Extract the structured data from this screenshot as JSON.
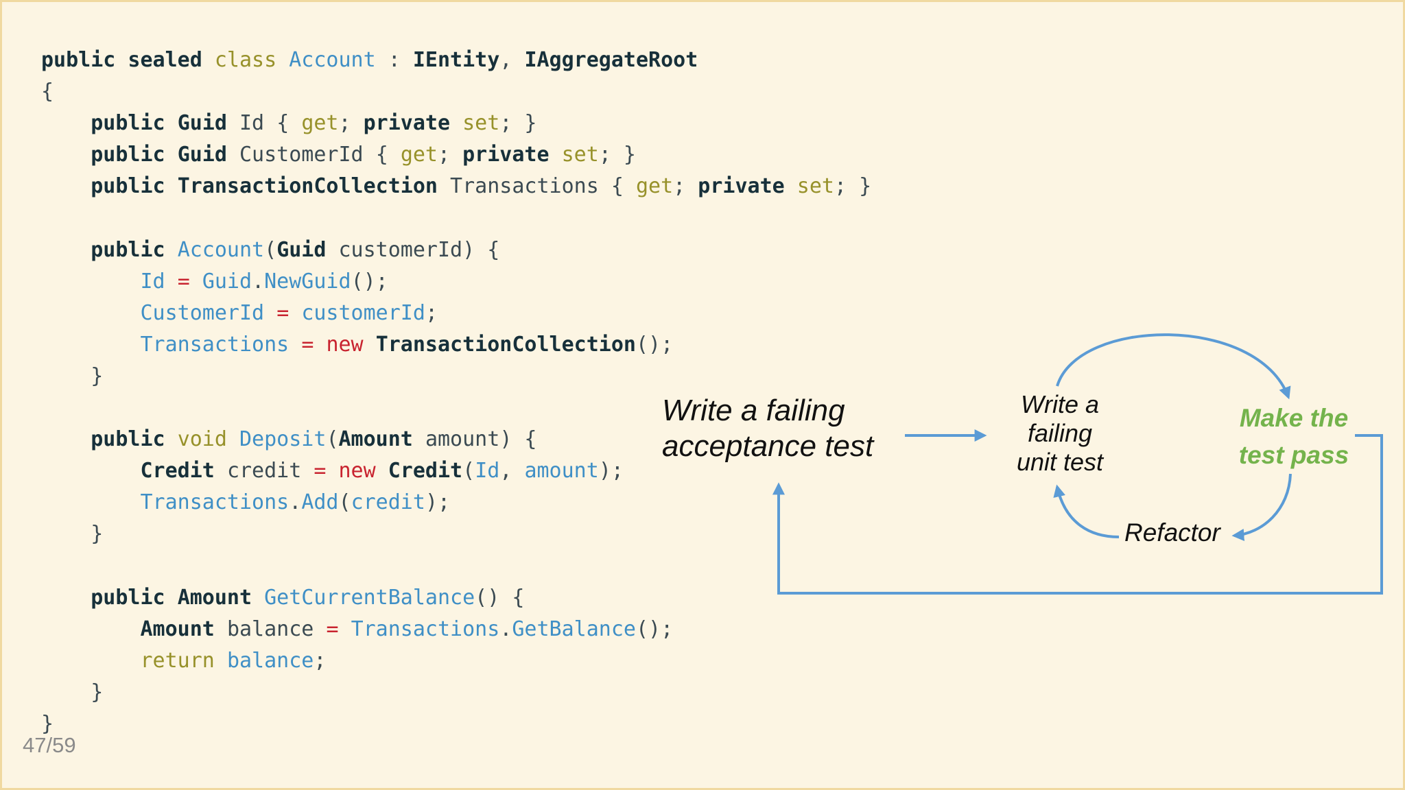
{
  "code": {
    "lines": [
      [
        [
          "keyword",
          "public sealed "
        ],
        [
          "soft-keyword",
          "class "
        ],
        [
          "class-name",
          "Account"
        ],
        [
          "punct",
          " : "
        ],
        [
          "type",
          "IEntity"
        ],
        [
          "punct",
          ", "
        ],
        [
          "type",
          "IAggregateRoot"
        ]
      ],
      [
        [
          "punct",
          "{"
        ]
      ],
      [
        [
          "plain",
          "    "
        ],
        [
          "keyword",
          "public "
        ],
        [
          "type",
          "Guid "
        ],
        [
          "plain",
          "Id "
        ],
        [
          "punct",
          "{ "
        ],
        [
          "soft-keyword",
          "get"
        ],
        [
          "punct",
          "; "
        ],
        [
          "keyword",
          "private "
        ],
        [
          "soft-keyword",
          "set"
        ],
        [
          "punct",
          "; }"
        ]
      ],
      [
        [
          "plain",
          "    "
        ],
        [
          "keyword",
          "public "
        ],
        [
          "type",
          "Guid "
        ],
        [
          "plain",
          "CustomerId "
        ],
        [
          "punct",
          "{ "
        ],
        [
          "soft-keyword",
          "get"
        ],
        [
          "punct",
          "; "
        ],
        [
          "keyword",
          "private "
        ],
        [
          "soft-keyword",
          "set"
        ],
        [
          "punct",
          "; }"
        ]
      ],
      [
        [
          "plain",
          "    "
        ],
        [
          "keyword",
          "public "
        ],
        [
          "type",
          "TransactionCollection "
        ],
        [
          "plain",
          "Transactions "
        ],
        [
          "punct",
          "{ "
        ],
        [
          "soft-keyword",
          "get"
        ],
        [
          "punct",
          "; "
        ],
        [
          "keyword",
          "private "
        ],
        [
          "soft-keyword",
          "set"
        ],
        [
          "punct",
          "; }"
        ]
      ],
      [],
      [
        [
          "plain",
          "    "
        ],
        [
          "keyword",
          "public "
        ],
        [
          "class-name",
          "Account"
        ],
        [
          "punct",
          "("
        ],
        [
          "type",
          "Guid "
        ],
        [
          "plain",
          "customerId"
        ],
        [
          "punct",
          ") {"
        ]
      ],
      [
        [
          "plain",
          "        "
        ],
        [
          "member",
          "Id "
        ],
        [
          "operator",
          "= "
        ],
        [
          "member",
          "Guid"
        ],
        [
          "punct",
          "."
        ],
        [
          "member",
          "NewGuid"
        ],
        [
          "punct",
          "();"
        ]
      ],
      [
        [
          "plain",
          "        "
        ],
        [
          "member",
          "CustomerId "
        ],
        [
          "operator",
          "= "
        ],
        [
          "member",
          "customerId"
        ],
        [
          "punct",
          ";"
        ]
      ],
      [
        [
          "plain",
          "        "
        ],
        [
          "member",
          "Transactions "
        ],
        [
          "operator",
          "= "
        ],
        [
          "new",
          "new "
        ],
        [
          "type",
          "TransactionCollection"
        ],
        [
          "punct",
          "();"
        ]
      ],
      [
        [
          "plain",
          "    "
        ],
        [
          "punct",
          "}"
        ]
      ],
      [],
      [
        [
          "plain",
          "    "
        ],
        [
          "keyword",
          "public "
        ],
        [
          "soft-keyword",
          "void "
        ],
        [
          "member",
          "Deposit"
        ],
        [
          "punct",
          "("
        ],
        [
          "type",
          "Amount "
        ],
        [
          "plain",
          "amount"
        ],
        [
          "punct",
          ") {"
        ]
      ],
      [
        [
          "plain",
          "        "
        ],
        [
          "type",
          "Credit "
        ],
        [
          "plain",
          "credit "
        ],
        [
          "operator",
          "= "
        ],
        [
          "new",
          "new "
        ],
        [
          "type",
          "Credit"
        ],
        [
          "punct",
          "("
        ],
        [
          "member",
          "Id"
        ],
        [
          "punct",
          ", "
        ],
        [
          "member",
          "amount"
        ],
        [
          "punct",
          ");"
        ]
      ],
      [
        [
          "plain",
          "        "
        ],
        [
          "member",
          "Transactions"
        ],
        [
          "punct",
          "."
        ],
        [
          "member",
          "Add"
        ],
        [
          "punct",
          "("
        ],
        [
          "member",
          "credit"
        ],
        [
          "punct",
          ");"
        ]
      ],
      [
        [
          "plain",
          "    "
        ],
        [
          "punct",
          "}"
        ]
      ],
      [],
      [
        [
          "plain",
          "    "
        ],
        [
          "keyword",
          "public "
        ],
        [
          "type",
          "Amount "
        ],
        [
          "member",
          "GetCurrentBalance"
        ],
        [
          "punct",
          "() {"
        ]
      ],
      [
        [
          "plain",
          "        "
        ],
        [
          "type",
          "Amount "
        ],
        [
          "plain",
          "balance "
        ],
        [
          "operator",
          "= "
        ],
        [
          "member",
          "Transactions"
        ],
        [
          "punct",
          "."
        ],
        [
          "member",
          "GetBalance"
        ],
        [
          "punct",
          "();"
        ]
      ],
      [
        [
          "plain",
          "        "
        ],
        [
          "soft-keyword",
          "return "
        ],
        [
          "member",
          "balance"
        ],
        [
          "punct",
          ";"
        ]
      ],
      [
        [
          "plain",
          "    "
        ],
        [
          "punct",
          "}"
        ]
      ],
      [
        [
          "punct",
          "}"
        ]
      ]
    ]
  },
  "diagram": {
    "acceptance_test_label": [
      "Write a failing",
      "acceptance test"
    ],
    "unit_test_label": [
      "Write a",
      "failing",
      "unit test"
    ],
    "pass_label": [
      "Make the",
      "test pass"
    ],
    "refactor_label": "Refactor",
    "arrow_color": "#5b9bd5",
    "pass_color": "#74b34c"
  },
  "footer": {
    "page_indicator": "47/59"
  },
  "colors": {
    "background": "#fcf5e3",
    "border": "#f0d9a0"
  }
}
